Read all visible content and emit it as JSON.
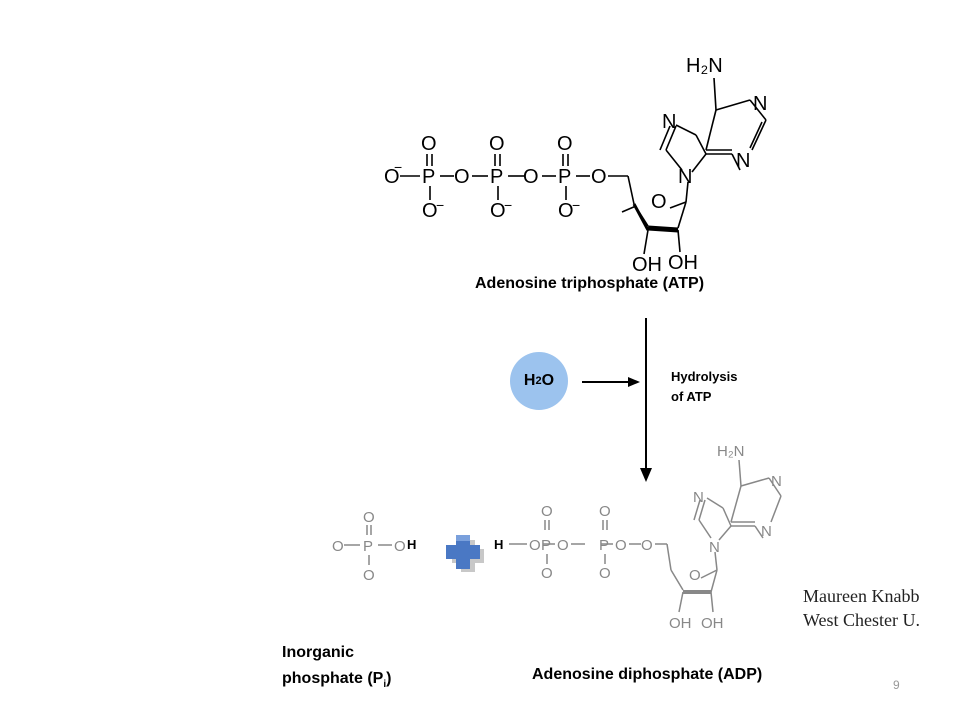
{
  "atp": {
    "label": "Adenosine triphosphate (ATP)",
    "atoms": {
      "amine": "H₂N",
      "n": "N",
      "o": "O",
      "p": "P",
      "oh": "OH",
      "minus": "−"
    }
  },
  "water": {
    "h": "H",
    "sub": "2",
    "o": "O"
  },
  "reaction": {
    "line1": "Hydrolysis",
    "line2": "of ATP"
  },
  "pi": {
    "line1": "Inorganic",
    "line2_prefix": "phosphate (P",
    "line2_sub": "i",
    "line2_suffix": ")",
    "h": "H"
  },
  "adp": {
    "label": "Adenosine diphosphate (ADP)",
    "h": "H"
  },
  "author": {
    "name": "Maureen Knabb",
    "affiliation": "West Chester U."
  },
  "page_number": "9"
}
